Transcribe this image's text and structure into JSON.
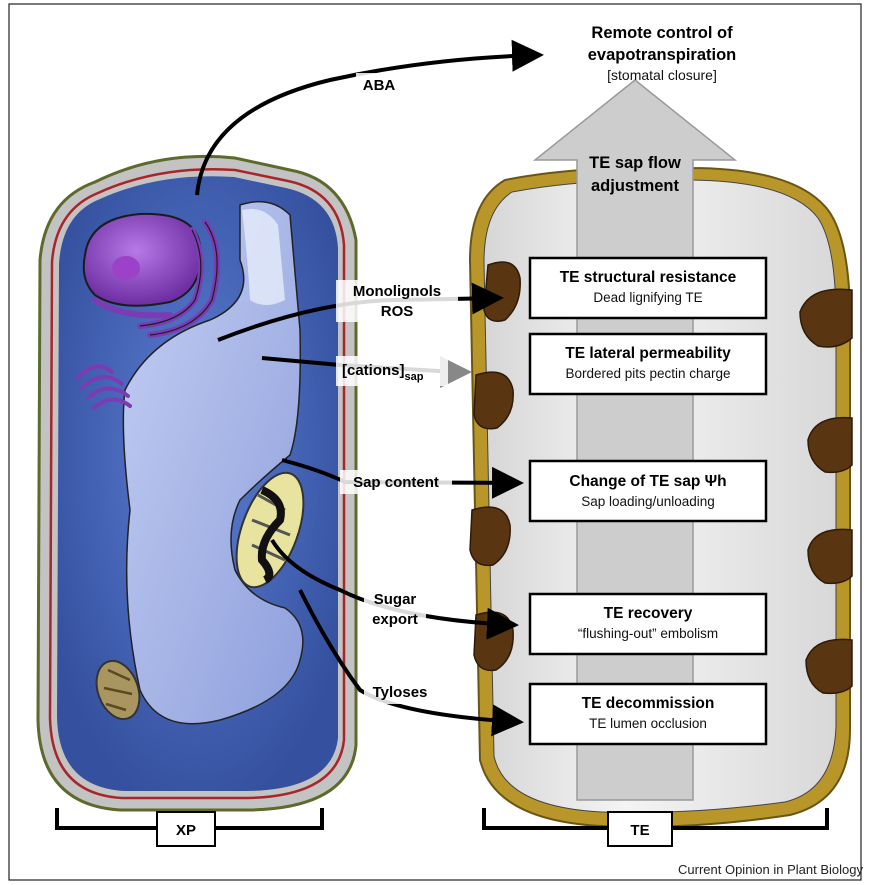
{
  "top": {
    "title_line1": "Remote control of",
    "title_line2": "evapotranspiration",
    "subtitle": "[stomatal closure]"
  },
  "arrow_label": {
    "line1": "TE sap flow",
    "line2": "adjustment"
  },
  "signals": {
    "aba": "ABA",
    "monolignols": "Monolignols",
    "ros": "ROS",
    "cations": "[cations]",
    "cations_sub": "sap",
    "sap_content": "Sap content",
    "sugar": "Sugar",
    "export": "export",
    "tyloses": "Tyloses"
  },
  "boxes": [
    {
      "title": "TE structural resistance",
      "sub": "Dead lignifying TE"
    },
    {
      "title": "TE lateral permeability",
      "sub": "Bordered pits pectin charge"
    },
    {
      "title": "Change of TE sap Ψh",
      "sub": "Sap loading/unloading"
    },
    {
      "title": "TE recovery",
      "sub": "“flushing-out” embolism"
    },
    {
      "title": "TE decommission",
      "sub": "TE lumen occlusion"
    }
  ],
  "brackets": {
    "left": "XP",
    "right": "TE"
  },
  "credit": "Current Opinion in Plant Biology",
  "colors": {
    "cell_wall": "#b9b9b9",
    "membrane": "#a8252b",
    "cytoplasm": "#4a6cc3",
    "vacuole": "#aab8ea",
    "nucleus": "#8c46c4",
    "te_wall": "#b8962a",
    "pit": "#5a3512",
    "flow_arrow": "#c8c8c8"
  }
}
